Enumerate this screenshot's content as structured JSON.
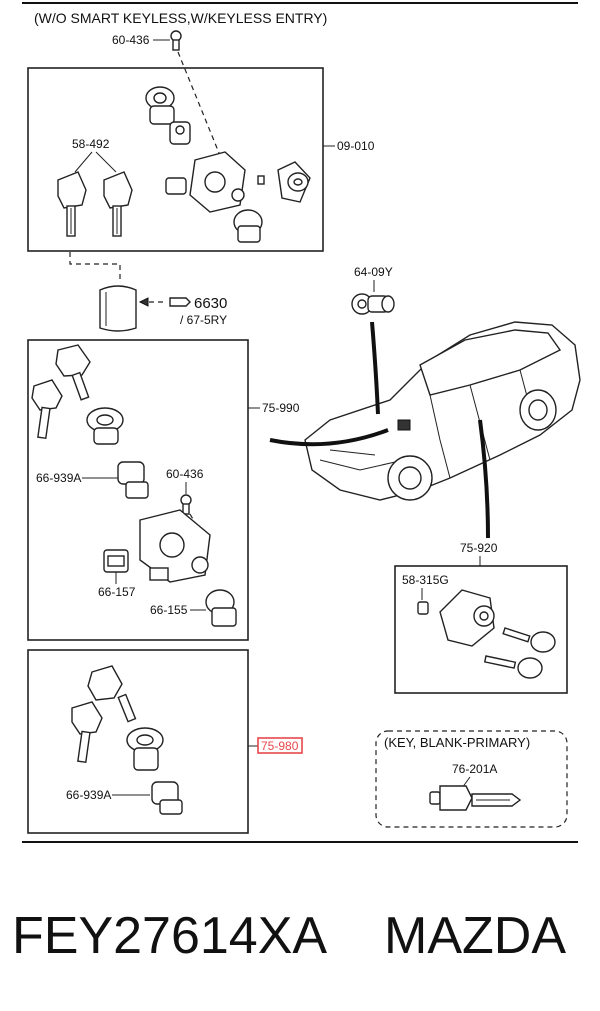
{
  "header": "(W/O SMART KEYLESS,W/KEYLESS ENTRY)",
  "labels": {
    "bolt_top": "60-436",
    "key_top": "58-492",
    "assembly_top": "09-010",
    "fig_ref": "6630",
    "fig_sub": "/ 67-5RY",
    "trunk_cyl": "64-09Y",
    "lock_set_mid": "75-990",
    "cyl_mid": "66-939A",
    "bolt_mid": "60-436",
    "module_mid": "66-157",
    "switch_mid": "66-155",
    "door_set": "75-920",
    "door_clip": "58-315G",
    "lock_set_bottom": "75-980",
    "cyl_bottom": "66-939A",
    "blank_key_title": "(KEY, BLANK-PRIMARY)",
    "blank_key": "76-201A"
  },
  "caption": {
    "part_number": "FEY27614XA",
    "brand": "MAZDA"
  },
  "colors": {
    "highlight": "#e8474c",
    "ink": "#222222"
  }
}
